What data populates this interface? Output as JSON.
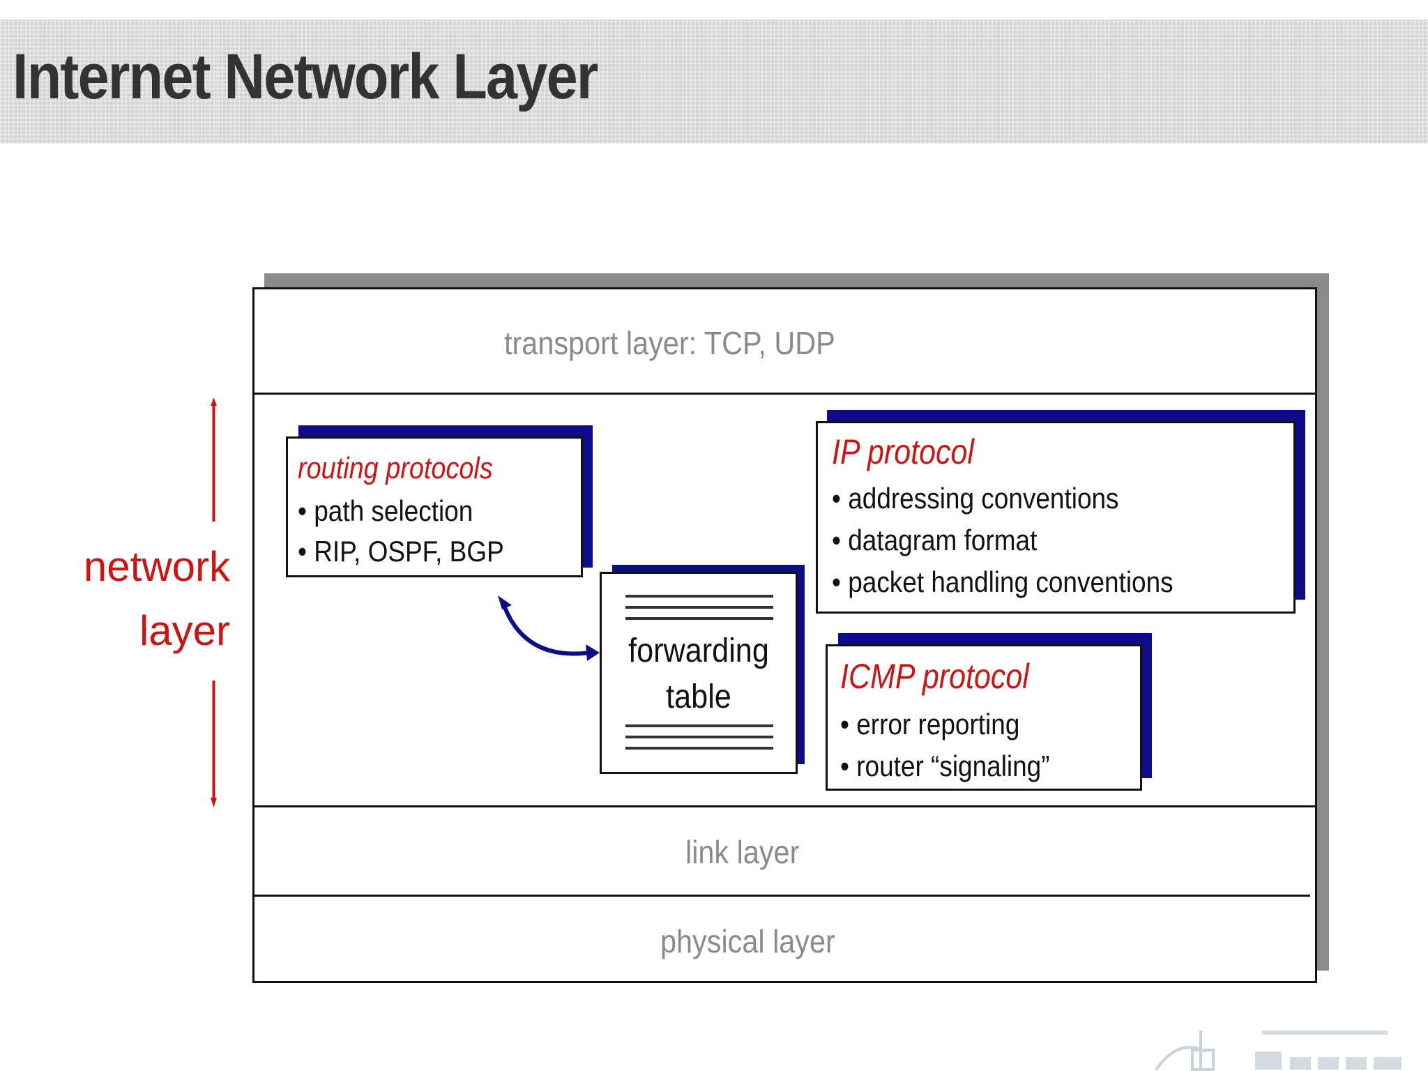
{
  "title": "Internet Network Layer",
  "side_label": {
    "line1": "network",
    "line2": "layer"
  },
  "layers": {
    "transport": "transport layer: TCP, UDP",
    "link": "link layer",
    "physical": "physical layer"
  },
  "routing": {
    "title": "routing protocols",
    "items": [
      "• path selection",
      "• RIP, OSPF, BGP"
    ]
  },
  "ip": {
    "title": "IP protocol",
    "items": [
      "• addressing conventions",
      "• datagram format",
      "• packet handling conventions"
    ]
  },
  "icmp": {
    "title": "ICMP protocol",
    "items": [
      "• error reporting",
      "• router “signaling”"
    ]
  },
  "forwarding": {
    "line1": "forwarding",
    "line2": "table"
  },
  "colors": {
    "accent_red": "#cc1414",
    "shadow_navy": "#0d0d8c",
    "layer_gray": "#8a8a8a"
  }
}
